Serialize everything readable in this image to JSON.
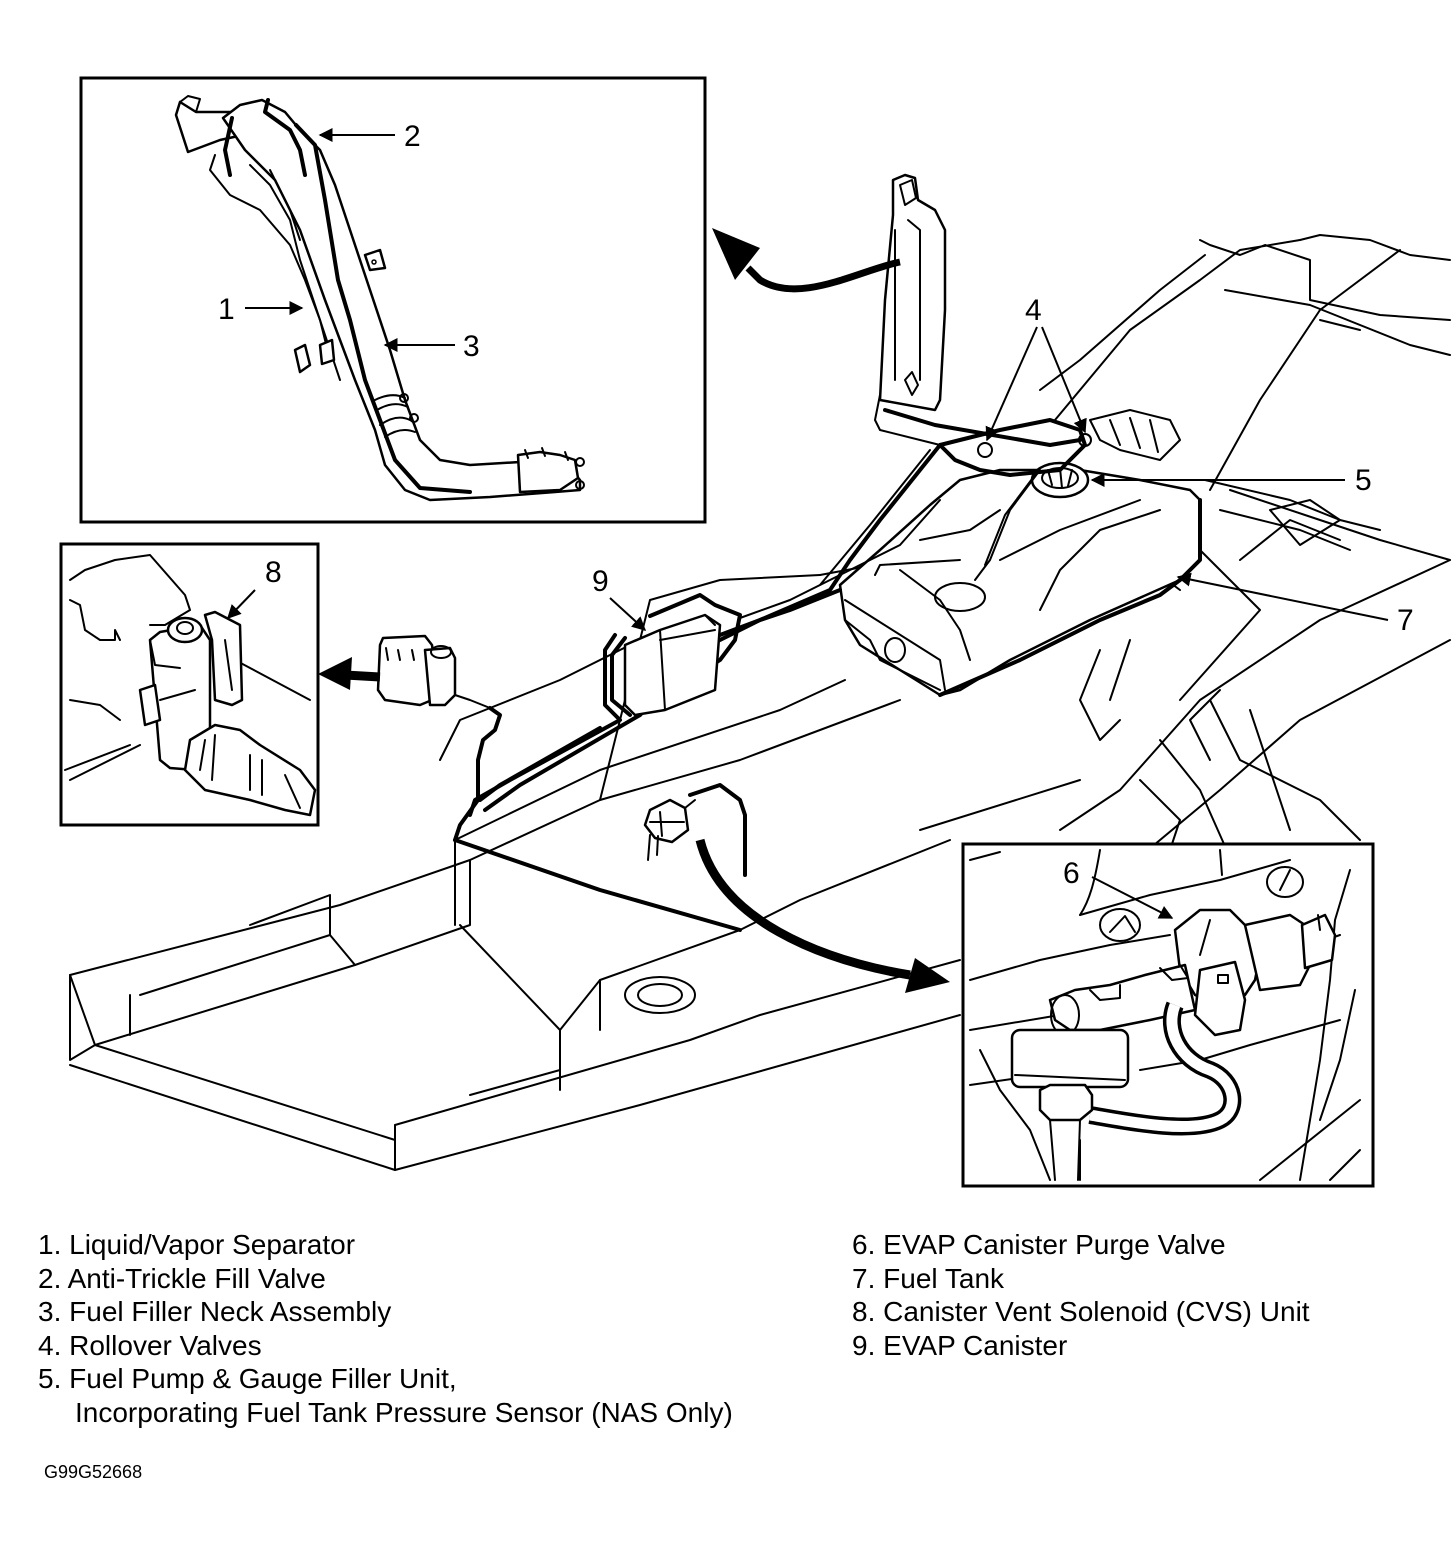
{
  "figure": {
    "title": "EVAP system component locations",
    "figure_id": "G99G52668"
  },
  "callouts": {
    "c1": "1",
    "c2": "2",
    "c3": "3",
    "c4": "4",
    "c5": "5",
    "c6": "6",
    "c7": "7",
    "c8": "8",
    "c9": "9"
  },
  "legend": {
    "left": [
      {
        "num": "1.",
        "label": "Liquid/Vapor Separator"
      },
      {
        "num": "2.",
        "label": "Anti-Trickle Fill Valve"
      },
      {
        "num": "3.",
        "label": "Fuel Filler Neck Assembly"
      },
      {
        "num": "4.",
        "label": "Rollover Valves"
      },
      {
        "num": "5.",
        "label": "Fuel Pump & Gauge Filler Unit,",
        "continuation": "Incorporating Fuel Tank Pressure Sensor (NAS Only)"
      }
    ],
    "right": [
      {
        "num": "6.",
        "label": "EVAP Canister Purge Valve"
      },
      {
        "num": "7.",
        "label": "Fuel Tank"
      },
      {
        "num": "8.",
        "label": "Canister Vent Solenoid (CVS) Unit"
      },
      {
        "num": "9.",
        "label": "EVAP Canister"
      }
    ]
  },
  "insets": {
    "filler_neck": "Fuel filler neck detail",
    "cvs_unit": "Canister vent solenoid detail",
    "purge_valve": "EVAP canister purge valve detail"
  }
}
